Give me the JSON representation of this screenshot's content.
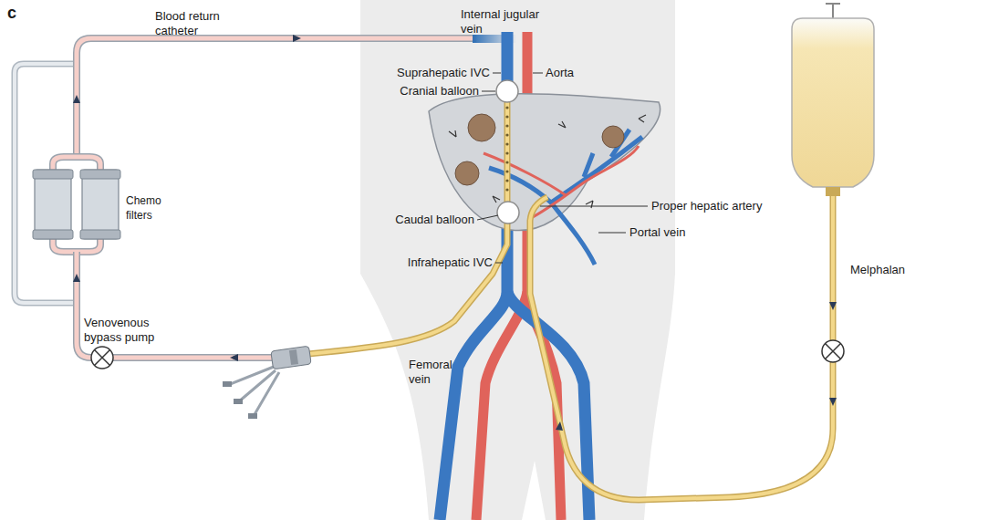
{
  "diagram": {
    "labels": [
      "c",
      "Blood return catheter",
      "Internal jugular vein",
      "Suprahepatic IVC",
      "Aorta",
      "Cranial balloon",
      "Chemo filters",
      "Proper hepatic artery",
      "Caudal balloon",
      "Portal vein",
      "Infrahepatic IVC",
      "Venovenous bypass pump",
      "Femoral vein",
      "Melphalan"
    ]
  }
}
